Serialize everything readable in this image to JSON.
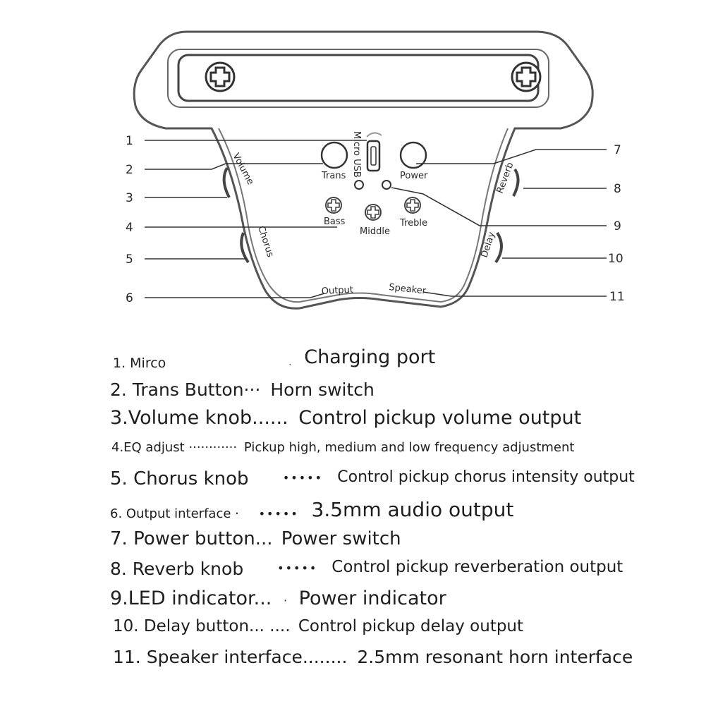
{
  "callouts": {
    "left": [
      "1",
      "2",
      "3",
      "4",
      "5",
      "6"
    ],
    "right": [
      "7",
      "8",
      "9",
      "10",
      "11"
    ]
  },
  "device_labels": {
    "micro_usb": "Micro USB",
    "trans": "Trans",
    "power": "Power",
    "volume": "Volume",
    "reverb": "Reverb",
    "bass": "Bass",
    "middle": "Middle",
    "treble": "Treble",
    "chorus": "Chorus",
    "delay": "Delay",
    "output": "Output",
    "speaker": "Speaker"
  },
  "legend": [
    {
      "name": "1. Mirco",
      "detail": "Charging port"
    },
    {
      "name": "2. Trans Button···",
      "detail": "Horn switch"
    },
    {
      "name": "3.Volume knob......",
      "detail": "Control pickup volume output"
    },
    {
      "name": "4.EQ adjust ············",
      "detail": "Pickup high, medium and low frequency adjustment"
    },
    {
      "name": "5. Chorus knob",
      "detail": "Control pickup chorus intensity output"
    },
    {
      "name": "6. Output interface ·",
      "detail": "3.5mm audio output"
    },
    {
      "name": "7. Power button...",
      "detail": "Power switch"
    },
    {
      "name": "8. Reverb knob",
      "detail": "Control pickup reverberation output"
    },
    {
      "name": "9.LED indicator...",
      "detail": "Power indicator"
    },
    {
      "name": "10. Delay button... ....",
      "detail": "Control pickup delay output"
    },
    {
      "name": "11. Speaker interface........",
      "detail": "2.5mm resonant horn interface"
    }
  ]
}
